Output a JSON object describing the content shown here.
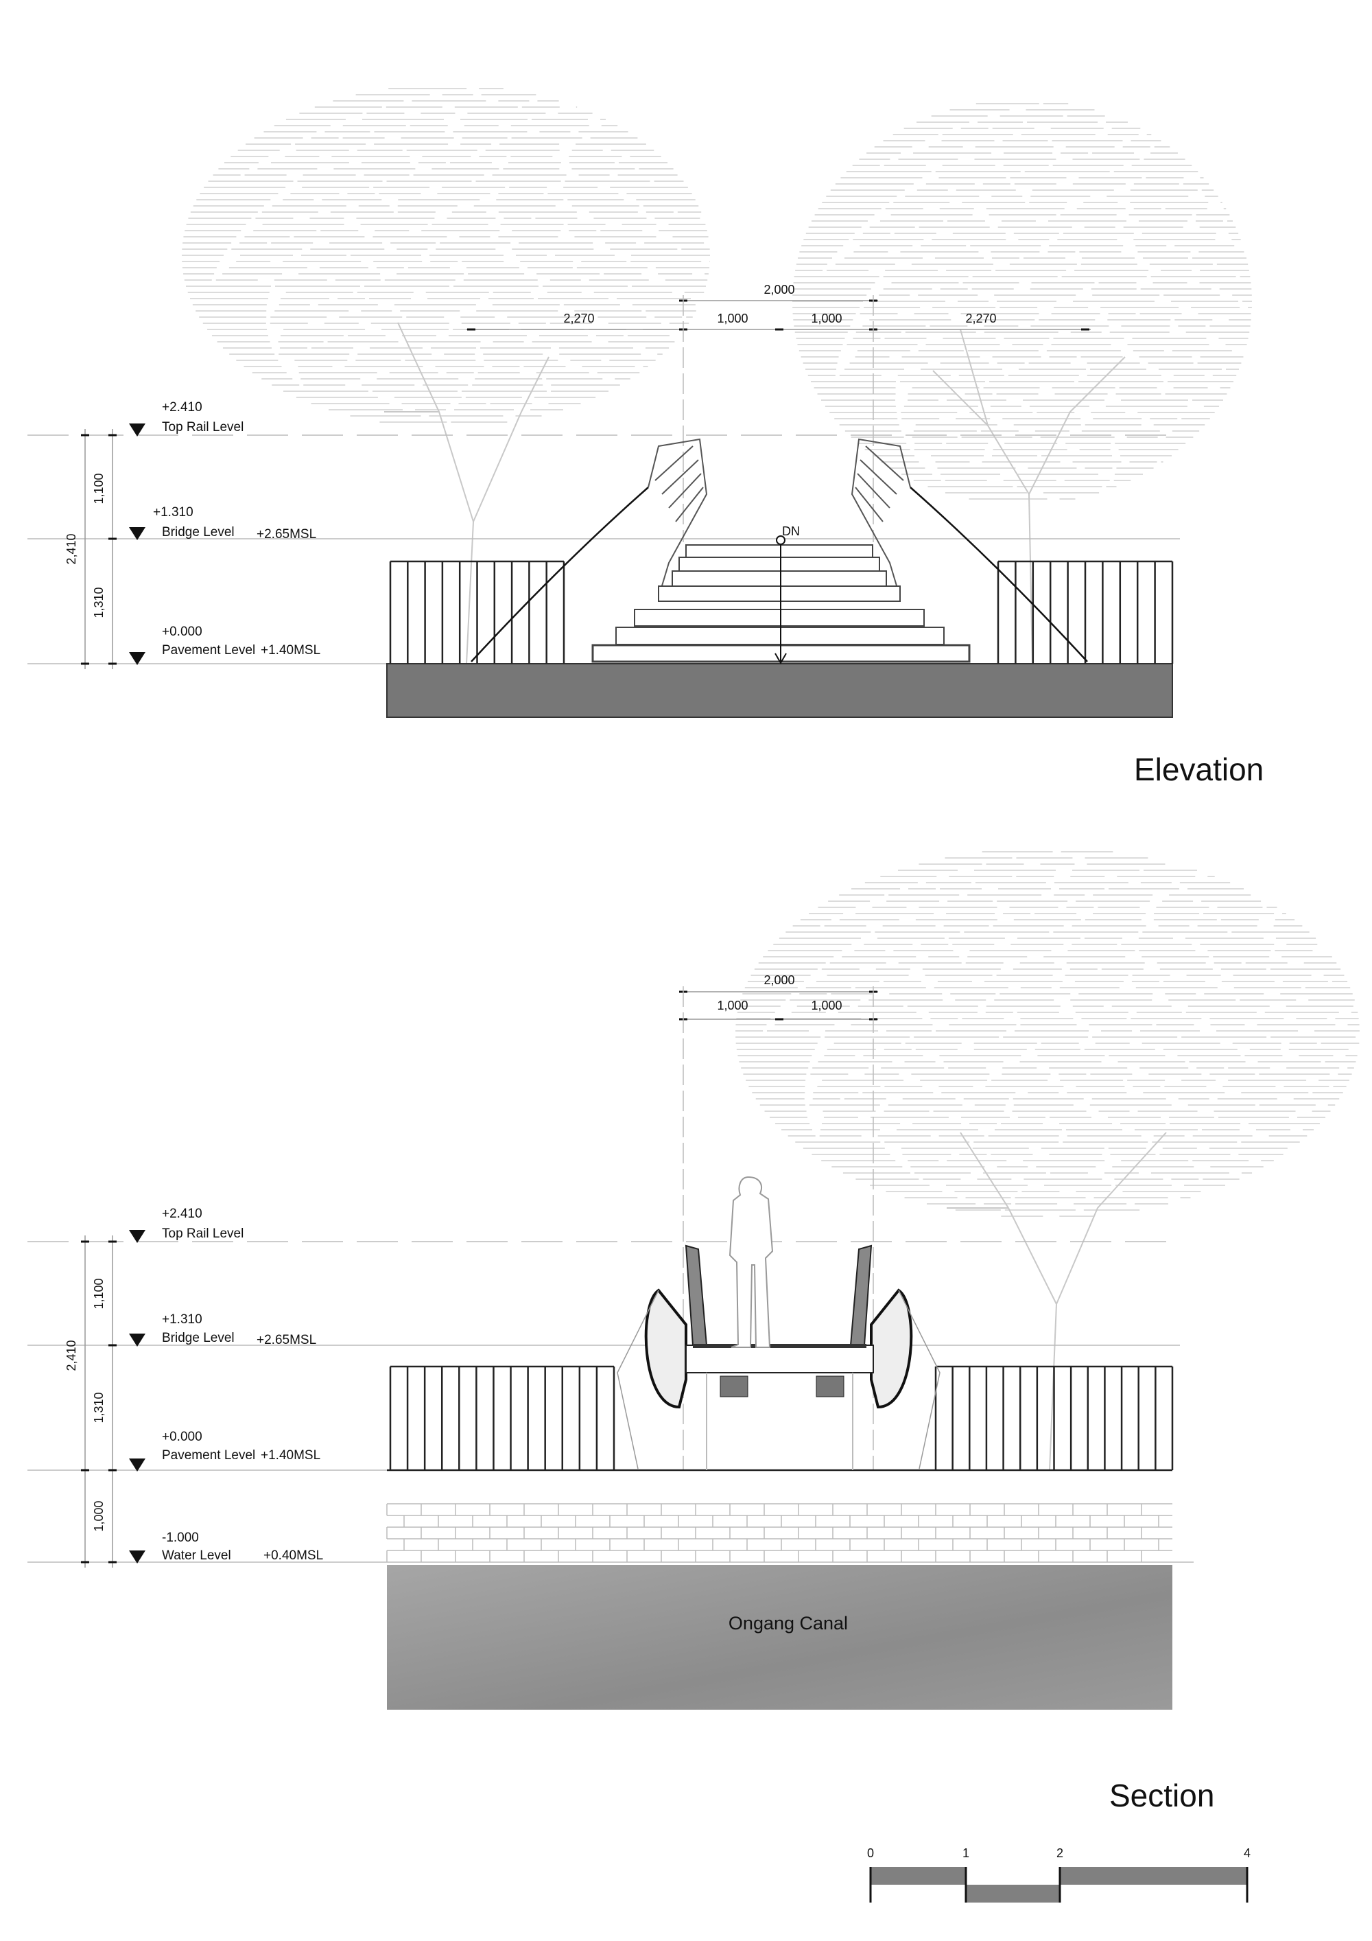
{
  "elevation": {
    "title": "Elevation",
    "levels": [
      {
        "value": "+2.410",
        "name": "Top Rail Level",
        "msl": ""
      },
      {
        "value": "+1.310",
        "name": "Bridge Level",
        "msl": "+2.65MSL"
      },
      {
        "value": "+0.000",
        "name": "Pavement Level",
        "msl": "+1.40MSL"
      }
    ],
    "vertical_dims": {
      "upper": "1,100",
      "lower": "1,310",
      "total": "2,410"
    },
    "top_dims": {
      "overall": "2,000",
      "segments": [
        "2,270",
        "1,000",
        "1,000",
        "2,270"
      ]
    },
    "stair_label": "DN"
  },
  "section": {
    "title": "Section",
    "levels": [
      {
        "value": "+2.410",
        "name": "Top Rail Level",
        "msl": ""
      },
      {
        "value": "+1.310",
        "name": "Bridge Level",
        "msl": "+2.65MSL"
      },
      {
        "value": "+0.000",
        "name": "Pavement Level",
        "msl": "+1.40MSL"
      },
      {
        "value": "-1.000",
        "name": "Water Level",
        "msl": "+0.40MSL"
      }
    ],
    "vertical_dims": {
      "upper": "1,100",
      "middle": "1,310",
      "lower": "1,000",
      "total": "2,410"
    },
    "top_dims": {
      "overall": "2,000",
      "segments": [
        "1,000",
        "1,000"
      ]
    },
    "canal_label": "Ongang Canal"
  },
  "scale_bar": {
    "labels": [
      "0",
      "1",
      "2",
      "4"
    ]
  },
  "colors": {
    "ground": "#777777",
    "canal": "#9a9a9a",
    "hatch": "#dcdcdc",
    "line": "#222222"
  }
}
